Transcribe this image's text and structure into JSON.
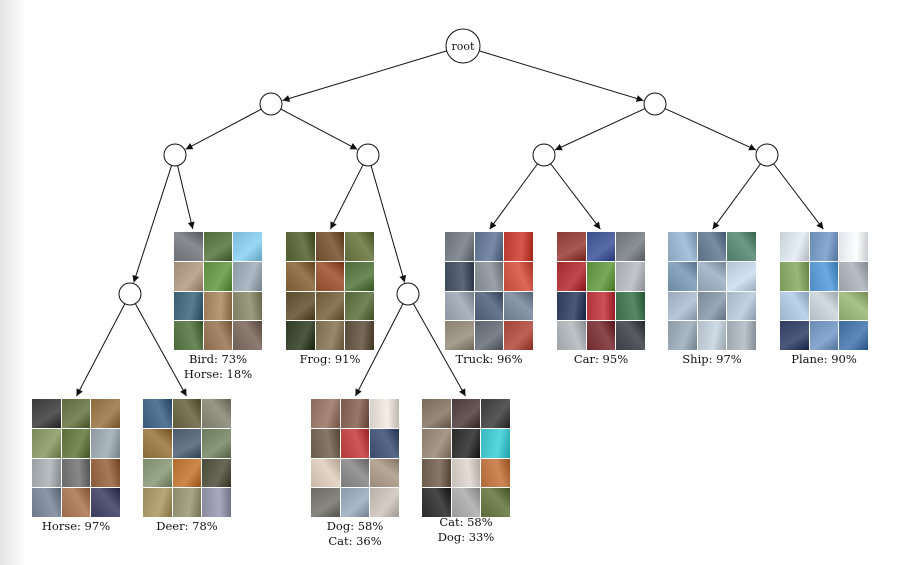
{
  "root_label": "root",
  "leaves": [
    {
      "id": "bird-horse",
      "lines": [
        "Bird: 73%",
        "Horse: 18%"
      ],
      "colors": [
        "#6b6e72",
        "#4f6b3a",
        "#7ab9d8",
        "#a08b76",
        "#5b8a3e",
        "#8e9aa6",
        "#3b5f72",
        "#9a7c5a",
        "#7e7f62",
        "#4d6a3c",
        "#8a6a4c",
        "#6e5e54"
      ]
    },
    {
      "id": "frog",
      "lines": [
        "Frog: 91%"
      ],
      "colors": [
        "#4e5a2e",
        "#6b4b2c",
        "#5f6a3a",
        "#7a5a32",
        "#8c4a2a",
        "#4e6b3a",
        "#5c4a2c",
        "#6e5a38",
        "#55673a",
        "#2e3a24",
        "#7a6a4e",
        "#5a4c3a"
      ]
    },
    {
      "id": "truck",
      "lines": [
        "Truck: 96%"
      ],
      "colors": [
        "#6a7078",
        "#5a6c88",
        "#b83a2e",
        "#3e4a5a",
        "#7e848c",
        "#c04a3a",
        "#8e96a2",
        "#4a5870",
        "#6c7a8c",
        "#8a8072",
        "#5e646e",
        "#a0443a"
      ]
    },
    {
      "id": "car",
      "lines": [
        "Car: 95%"
      ],
      "colors": [
        "#8a3a34",
        "#3a4e8c",
        "#6c7276",
        "#a02a2e",
        "#5a8a3a",
        "#a4a8ac",
        "#2e3a5a",
        "#b0323a",
        "#3a6a4a",
        "#9ea4a8",
        "#6e2a2e",
        "#3a3e44"
      ]
    },
    {
      "id": "ship",
      "lines": [
        "Ship: 97%"
      ],
      "colors": [
        "#8aa4be",
        "#5a6e84",
        "#4e7a68",
        "#6e8aa2",
        "#8a9eb0",
        "#b4c4d2",
        "#9aaabc",
        "#7a8898",
        "#a4b4c4",
        "#8c9aa6",
        "#b0bcc6",
        "#9ca6ae"
      ]
    },
    {
      "id": "plane",
      "lines": [
        "Plane: 90%"
      ],
      "colors": [
        "#c8d0d8",
        "#6a8cb4",
        "#e0e4e8",
        "#7a9a5a",
        "#4e8ac4",
        "#9aa0a8",
        "#9eb6cc",
        "#b4bcc4",
        "#8aa46a",
        "#2e3a5e",
        "#6a8ab4",
        "#3e6a9c"
      ]
    },
    {
      "id": "horse",
      "lines": [
        "Horse: 97%"
      ],
      "colors": [
        "#3a3a3a",
        "#5e6a3e",
        "#8a6a3e",
        "#7a8a5a",
        "#5a6e3a",
        "#8e9aa2",
        "#9aa0a4",
        "#6a6a6a",
        "#8a5a3a",
        "#6e7a8a",
        "#9a6a4a",
        "#3a3a5a"
      ]
    },
    {
      "id": "deer",
      "lines": [
        "Deer: 78%"
      ],
      "colors": [
        "#3a5a7a",
        "#5e5a3a",
        "#7a7a6a",
        "#8a6a3a",
        "#4a5a6a",
        "#6a7a5a",
        "#7a8a6a",
        "#b06a2e",
        "#4a4a3a",
        "#9a8a5a",
        "#8a8a6a",
        "#8a8aa0"
      ]
    },
    {
      "id": "dog-cat",
      "lines": [
        "Dog: 58%",
        "Cat: 36%"
      ],
      "colors": [
        "#8a6a5a",
        "#7a5a4a",
        "#d8d0c8",
        "#6a5a4a",
        "#b03a3a",
        "#3a4a6a",
        "#c8b8a8",
        "#7a7a7a",
        "#9a8a7a",
        "#6a6a62",
        "#8a9aa8",
        "#b8b0a8"
      ]
    },
    {
      "id": "cat-dog",
      "lines": [
        "Cat: 58%",
        "Dog: 33%"
      ],
      "colors": [
        "#7a6a5a",
        "#4a3a3a",
        "#3a3a3a",
        "#8a7a6a",
        "#2a2a2a",
        "#3ab8c0",
        "#6a5a4a",
        "#c8c0b8",
        "#b06a3a",
        "#2a2a2a",
        "#9a9a9a",
        "#5a6a3a"
      ]
    }
  ]
}
